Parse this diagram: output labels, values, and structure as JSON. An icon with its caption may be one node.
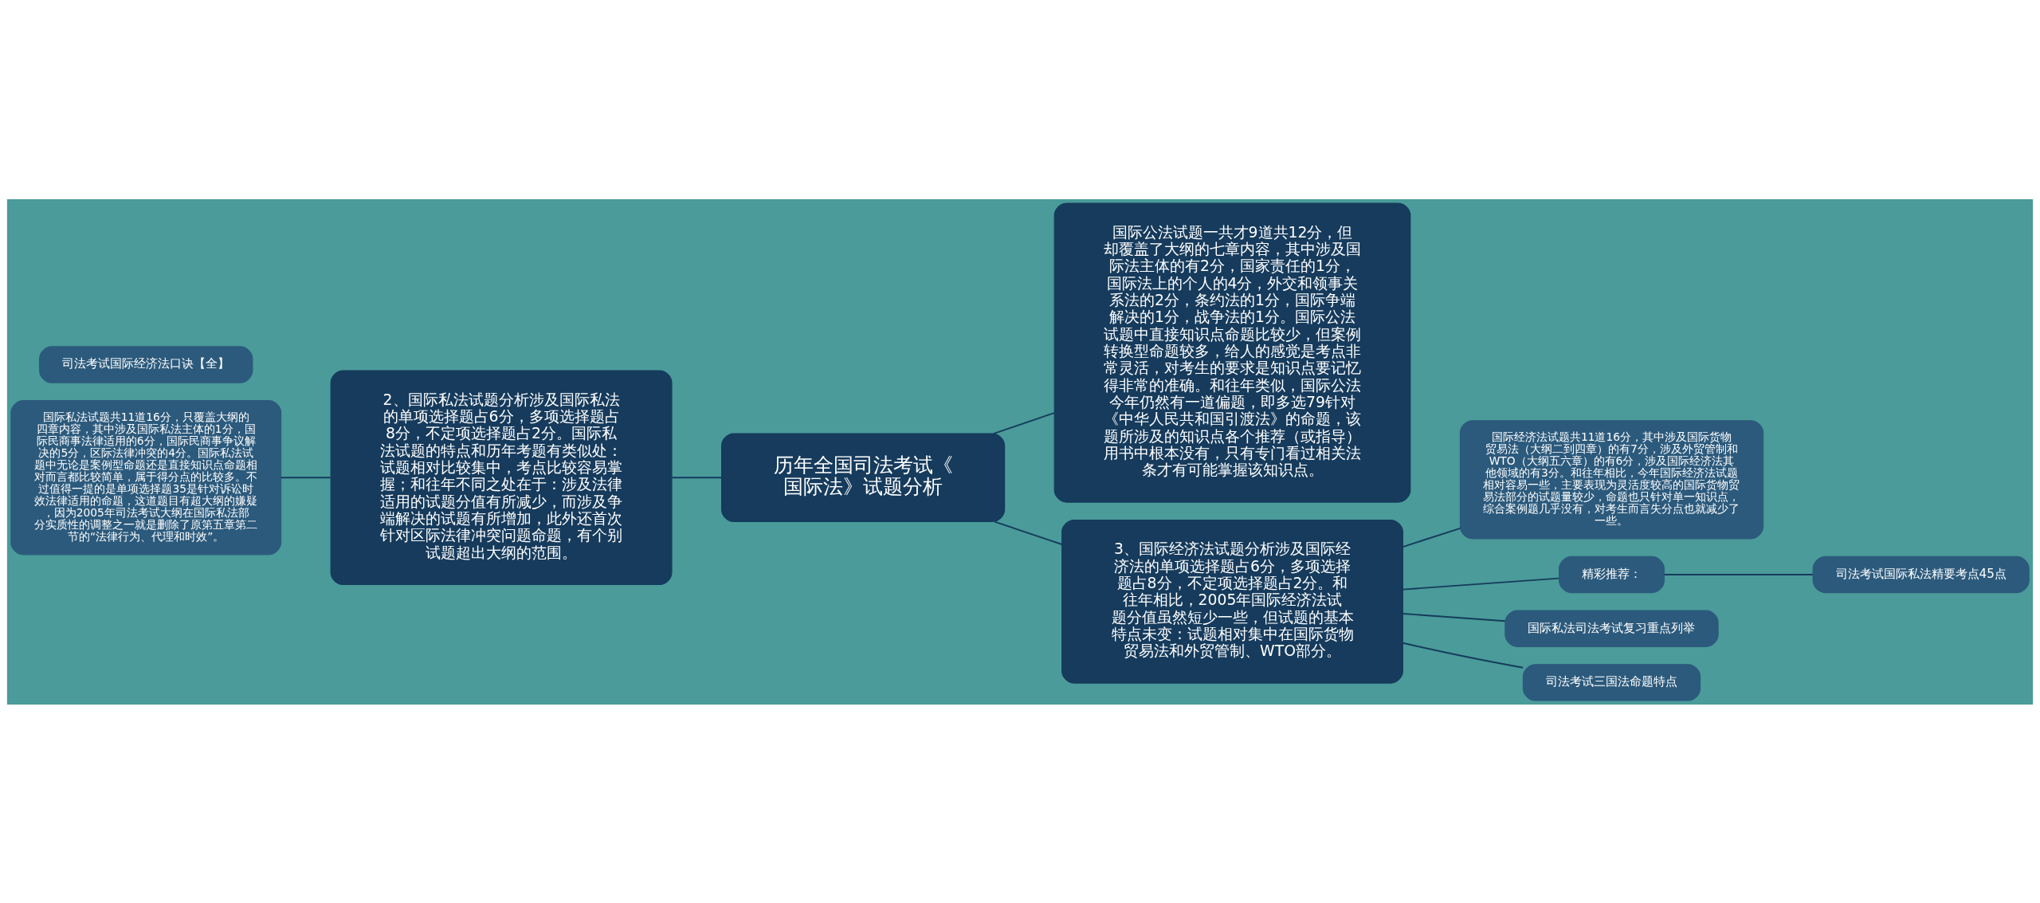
{
  "diagram": {
    "nodes": [
      {
        "text": [
          "历年全国司法考试《国际法》试题分析"
        ]
      },
      {
        "text": [
          "2、国际私法试题分析涉及国际私法的单项选择题占6分，多项选择题占8分，不定项选择题占2分。国际私法试题的特点和历年考题有类似处：试题相对比较集中，考点比较容易掌握；和往年不同之处在于：涉及法律适用的试题分值有所减少，而涉及争端解决的试题有所增加，此外还首次针对区际法律冲突问题命题，有个别试题超出大纲的范围。"
        ]
      },
      {
        "text": [
          "国际私法试题共11道16分，只覆盖大纲的四章内容，其中涉及国际私法主体的1分，国际民商事法律适用的6分，国际民商事争议解决的5分，区际法律冲突的4分。国际私法试题中无论是案例型命题还是直接知识点命题相对而言都比较简单，属于得分点的比较多。不过值得一提的是单项选择题35是针对诉讼时效法律适用的命题，这道题目有超大纲的嫌疑，因为2005年司法考试大纲在国际私法部分实质性的调整之一就是删除了原第五章第二节的“法律行为、代理和时效”。"
        ]
      },
      {
        "text": [
          "国际公法试题一共才9道共12分，但却覆盖了大纲的七章内容，其中涉及国际法主体的有2分，国家责任的1分，国际法上的个人的4分，外交和领事关系法的2分，条约法的1分，国际争端解决的1分，战争法的1分。国际公法试题中直接知识点命题比较少，但案例转换型命题较多，给人的感觉是考点非常灵活，对考生的要求是知识点要记忆得非常的准确。和往年类似，国际公法今年仍然有一道偏题，即多选79针对《中华人民共和国引渡法》的命题，该题所涉及的知识点各个推荐（或指导）用书中根本没有，只有专门看过相关法条才有可能掌握该知识点。"
        ]
      },
      {
        "text": [
          "3、国际经济法试题分析涉及国际经济法的单项选择题占6分，多项选择题占8分，不定项选择题占2分。和往年相比，2005年国际经济法试题分值虽然短少一些，但试题的基本特点未变：试题相对集中在国际货物贸易法和外贸管制、WTO部分。"
        ]
      },
      {
        "text": [
          "国际经济法试题共11道16分，其中涉及国际货物贸易法（大纲二到四章）的有7分，涉及外贸管制和WTO（大纲五六章）的有6分，涉及国际经济法其他领域的有3分。和往年相比，今年国际经济法试题相对容易一些，主要表现为灵活度较高的国际货物贸易法部分的试题量较少，命题也只针对单一知识点，综合案例题几乎没有，对考生而言失分点也就减少了一些。"
        ]
      },
      {
        "text": [
          "精彩推荐："
        ]
      },
      {
        "text": [
          "司法考试国际私法精要考点45点"
        ]
      },
      {
        "text": [
          "国际私法司法考试复习重点列举"
        ]
      },
      {
        "text": [
          "司法考试三国法命题特点"
        ]
      },
      {
        "text": [
          "司法考试国际经济法口诀【全】"
        ]
      }
    ],
    "edges": [
      {
        "from": 0,
        "to": 1,
        "arrow": "none"
      },
      {
        "from": 1,
        "to": 2,
        "arrow": "none"
      },
      {
        "from": 0,
        "to": 3,
        "arrow": "none"
      },
      {
        "from": 0,
        "to": 4,
        "arrow": "none"
      },
      {
        "from": 4,
        "to": 5,
        "arrow": "none"
      },
      {
        "from": 4,
        "to": 6,
        "arrow": "none"
      },
      {
        "from": 6,
        "to": 7,
        "arrow": "none"
      },
      {
        "from": 4,
        "to": 8,
        "arrow": "none"
      },
      {
        "from": 4,
        "to": 9,
        "arrow": "none"
      }
    ]
  }
}
